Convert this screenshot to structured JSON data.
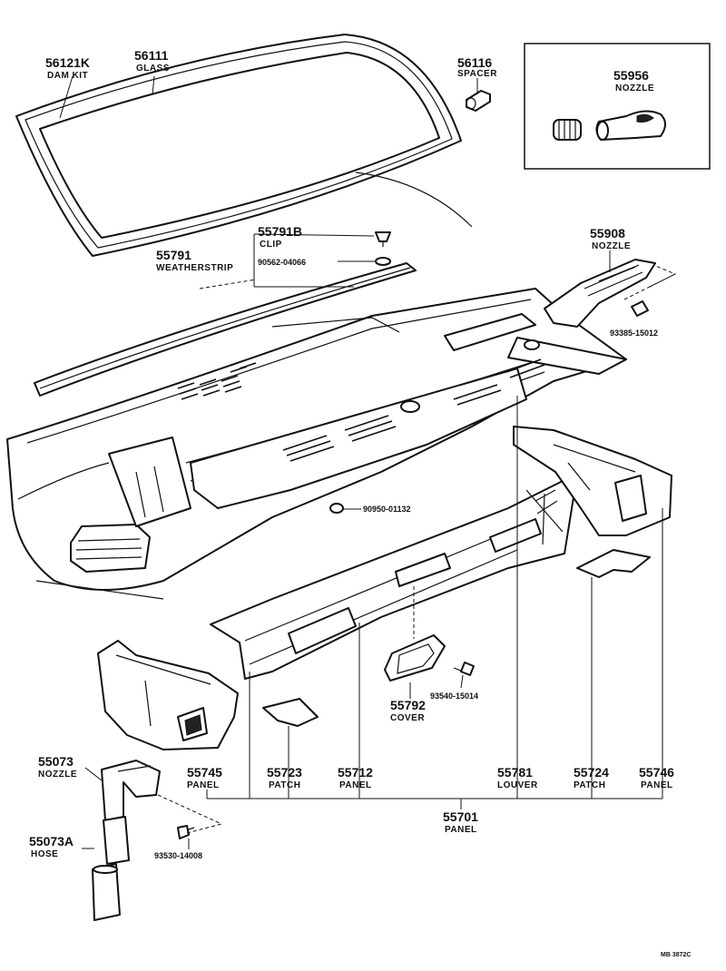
{
  "labels": [
    {
      "key": "dam_kit",
      "number": "56121K",
      "name": "DAM KIT"
    },
    {
      "key": "glass",
      "number": "56111",
      "name": "GLASS"
    },
    {
      "key": "spacer",
      "number": "56116",
      "name": "SPACER"
    },
    {
      "key": "nozzle_55956",
      "number": "55956",
      "name": "NOZZLE"
    },
    {
      "key": "clip",
      "number": "55791B",
      "name": "CLIP"
    },
    {
      "key": "weatherstrip",
      "number": "55791",
      "name": "WEATHERSTRIP"
    },
    {
      "key": "bolt_90562",
      "number": "90562-04066",
      "name": ""
    },
    {
      "key": "nozzle_55908",
      "number": "55908",
      "name": "NOZZLE"
    },
    {
      "key": "screw_93385",
      "number": "93385-15012",
      "name": ""
    },
    {
      "key": "plug_90950",
      "number": "90950-01132",
      "name": ""
    },
    {
      "key": "screw_93540",
      "number": "93540-15014",
      "name": ""
    },
    {
      "key": "cover",
      "number": "55792",
      "name": "COVER"
    },
    {
      "key": "nozzle_55073",
      "number": "55073",
      "name": "NOZZLE"
    },
    {
      "key": "hose",
      "number": "55073A",
      "name": "HOSE"
    },
    {
      "key": "screw_93530",
      "number": "93530-14008",
      "name": ""
    },
    {
      "key": "panel_55745",
      "number": "55745",
      "name": "PANEL"
    },
    {
      "key": "patch_55723",
      "number": "55723",
      "name": "PATCH"
    },
    {
      "key": "panel_55712",
      "number": "55712",
      "name": "PANEL"
    },
    {
      "key": "louver",
      "number": "55781",
      "name": "LOUVER"
    },
    {
      "key": "patch_55724",
      "number": "55724",
      "name": "PATCH"
    },
    {
      "key": "panel_55746",
      "number": "55746",
      "name": "PANEL"
    },
    {
      "key": "panel_assy",
      "number": "55701",
      "name": "PANEL"
    }
  ],
  "figure_code": "MB 3872C"
}
